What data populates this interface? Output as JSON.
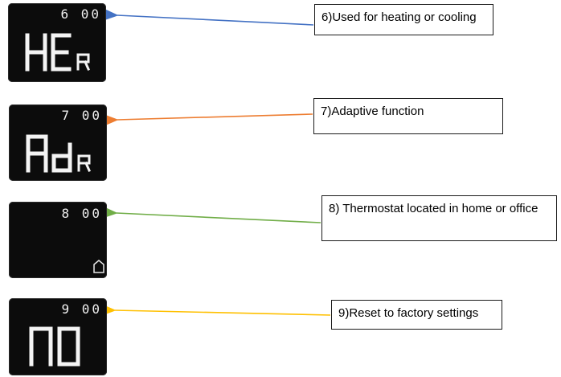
{
  "items": [
    {
      "code": "HE",
      "suffix": "R",
      "index": "6",
      "time": "00",
      "label": "6)Used for heating or cooling",
      "color": "#4472c4"
    },
    {
      "code": "Ad",
      "suffix": "R",
      "index": "7",
      "time": "00",
      "label": "7)Adaptive function",
      "color": "#ed7d31"
    },
    {
      "code": "",
      "suffix": "",
      "index": "8",
      "time": "00",
      "label": "8) Thermostat located in home or office",
      "color": "#70ad47",
      "icon": "house-icon"
    },
    {
      "code": "NO",
      "suffix": "",
      "index": "9",
      "time": "00",
      "label": "9)Reset to factory settings",
      "color": "#ffc000"
    }
  ]
}
